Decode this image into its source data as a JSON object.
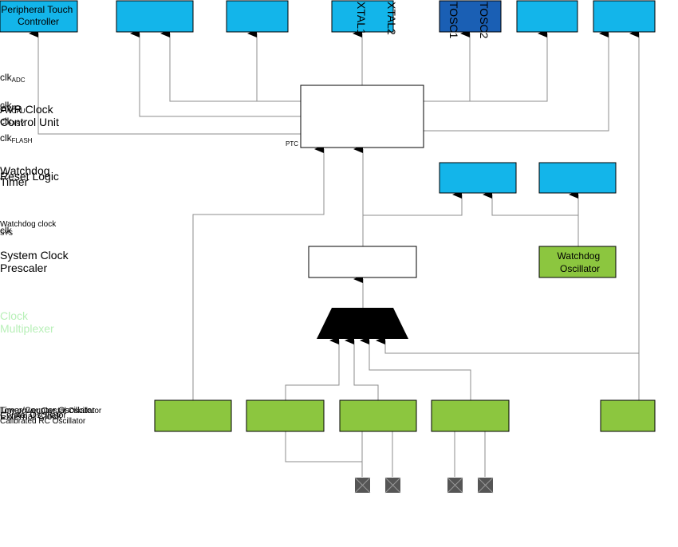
{
  "colors": {
    "cyan": "#13b5ea",
    "dark_blue": "#1a5fb4",
    "green": "#8cc63f",
    "line": "#8c8c8c",
    "faded_label": "#b8f0b8",
    "pad": "#555555"
  },
  "top_blocks": {
    "peripheral_touch": "Peripheral Touch Controller",
    "xtal1": "XTAL1",
    "xtal2": "XTAL2",
    "tosc1": "TOSC1",
    "tosc2": "TOSC2"
  },
  "clock_unit": {
    "title": "AVR Clock Control Unit",
    "ptc_label": "PTC"
  },
  "clk_labels": [
    "clk",
    "clk",
    "clk",
    "clk",
    "clk"
  ],
  "clk_sub": [
    "ADC",
    "I/O",
    "CPU",
    "ASY",
    "FLASH"
  ],
  "left_labels": {
    "reset_logic": "Reset Logic",
    "watchdog_timer": "Watchdog Timer",
    "watchdog_clock": "Watchdog clock",
    "clk_sys": "clk",
    "clk_sys_sub": "SYS",
    "system_clock_prescaler": "System Clock Prescaler",
    "clock_multiplexer": "Clock Multiplexer"
  },
  "bottom_labels": [
    "Timer/Counter Oscillator",
    "Crystal Oscillator",
    "Low-power Crystal Oscillator",
    "External Clock",
    "Calibrated RC Oscillator"
  ],
  "watchdog_oscillator": "Watchdog Oscillator"
}
